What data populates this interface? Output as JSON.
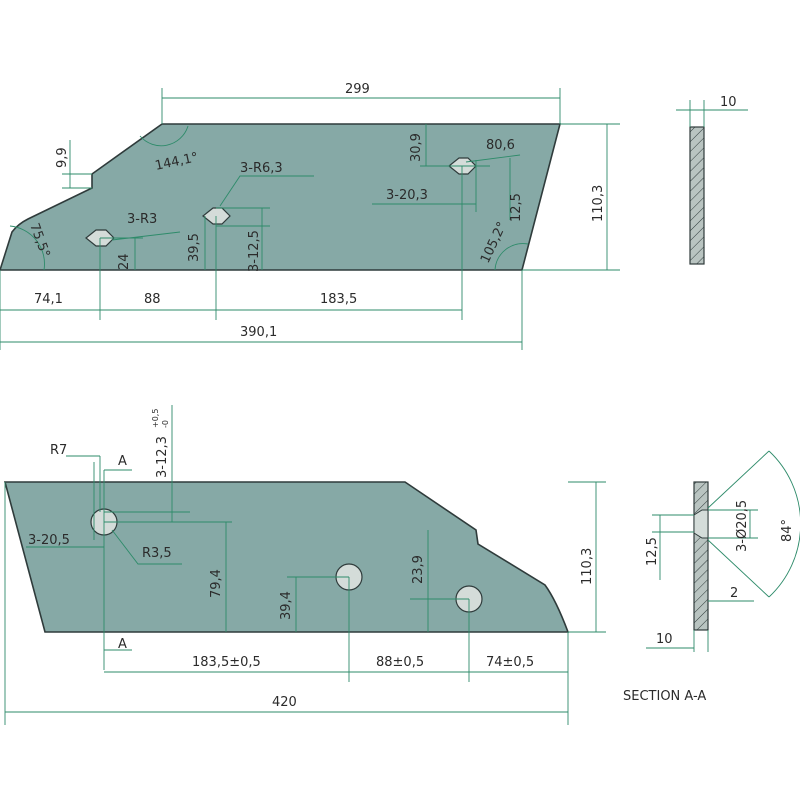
{
  "top_view": {
    "dims": {
      "d299": "299",
      "d9_9": "9,9",
      "a144": "144,1°",
      "a75": "75,5°",
      "r6_3": "3-R6,3",
      "r3": "3-R3",
      "d24": "24",
      "d39_5": "39,5",
      "d3_12_5": "3-12,5",
      "d30_9": "30,9",
      "d80_6": "80,6",
      "d3_20_3": "3-20,3",
      "d12_5": "12,5",
      "a105": "105,2°",
      "d110_3": "110,3",
      "d74_1": "74,1",
      "d88": "88",
      "d183_5": "183,5",
      "d390_1": "390,1"
    }
  },
  "side_view": {
    "d10": "10"
  },
  "bottom_view": {
    "dims": {
      "r7": "R7",
      "a_top": "A",
      "a_bottom": "A",
      "d3_12_3": "3-12,3",
      "tol_plus": "+0,5",
      "tol_minus": "-0",
      "d3_20_5": "3-20,5",
      "r3_5": "R3,5",
      "d79_4": "79,4",
      "d39_4": "39,4",
      "d23_9": "23,9",
      "d110_3": "110,3",
      "d183_5": "183,5±0,5",
      "d88": "88±0,5",
      "d74": "74±0,5",
      "d420": "420"
    }
  },
  "section": {
    "title": "SECTION A-A",
    "dims": {
      "d12_5": "12,5",
      "d3_20_5": "3-Ø20,5",
      "a84": "84°",
      "d2": "2",
      "d10": "10"
    }
  }
}
